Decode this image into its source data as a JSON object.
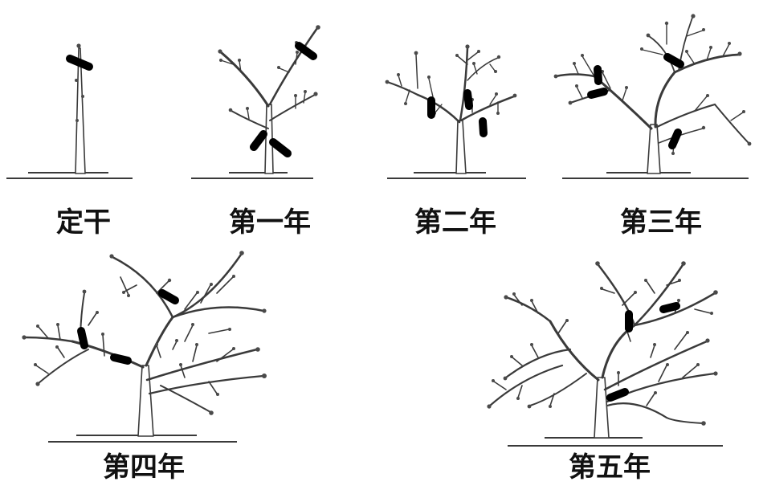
{
  "stages": [
    {
      "id": "stage-0",
      "caption": "定干",
      "year": 0,
      "cut_marks": 1
    },
    {
      "id": "stage-1",
      "caption": "第一年",
      "year": 1,
      "cut_marks": 3
    },
    {
      "id": "stage-2",
      "caption": "第二年",
      "year": 2,
      "cut_marks": 3
    },
    {
      "id": "stage-3",
      "caption": "第三年",
      "year": 3,
      "cut_marks": 4
    },
    {
      "id": "stage-4",
      "caption": "第四年",
      "year": 4,
      "cut_marks": 3
    },
    {
      "id": "stage-5",
      "caption": "第五年",
      "year": 5,
      "cut_marks": 3
    }
  ],
  "colors": {
    "line": "#3a3a3a",
    "cut_mark": "#000000",
    "background": "#ffffff"
  }
}
